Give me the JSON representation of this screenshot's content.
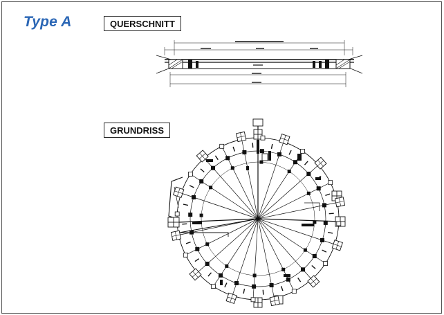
{
  "header": {
    "type_label": "Type A",
    "cross_section_label": "QUERSCHNITT",
    "plan_label": "GRUNDRISS"
  },
  "colors": {
    "accent": "#2a66b5",
    "line": "#111111",
    "frame": "#555555"
  },
  "icons": [
    "cross-section-drawing",
    "floor-plan-drawing"
  ]
}
